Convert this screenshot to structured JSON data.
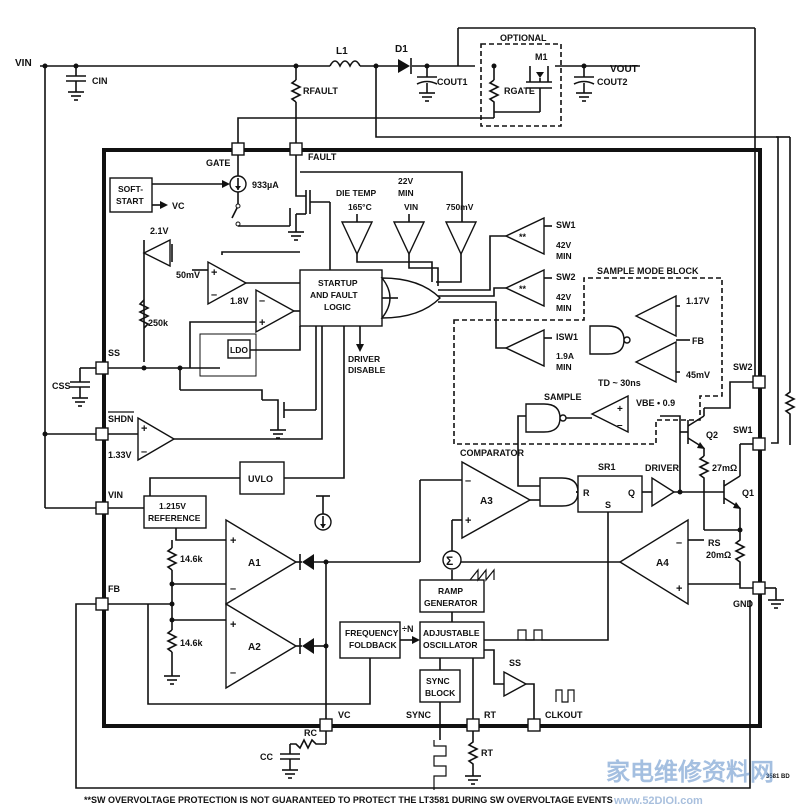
{
  "pins": {
    "gate": "GATE",
    "fault": "FAULT",
    "ss": "SS",
    "shdn": "SHDN",
    "vin": "VIN",
    "fb": "FB",
    "vc": "VC",
    "sync": "SYNC",
    "rt": "RT",
    "clkout": "CLKOUT",
    "sw1": "SW1",
    "sw2": "SW2",
    "gnd": "GND"
  },
  "external": {
    "vin": "VIN",
    "cin": "CIN",
    "l1": "L1",
    "d1": "D1",
    "rfault": "RFAULT",
    "cout1": "COUT1",
    "cout2": "COUT2",
    "vout": "VOUT",
    "optional": "OPTIONAL",
    "m1": "M1",
    "rgate": "RGATE",
    "css": "CSS",
    "rc": "RC",
    "cc": "CC",
    "rt": "RT"
  },
  "blocks": {
    "soft_start_1": "SOFT-",
    "soft_start_2": "START",
    "startup_1": "STARTUP",
    "startup_2": "AND FAULT",
    "startup_3": "LOGIC",
    "ldo": "LDO",
    "uvlo": "UVLO",
    "ref_1": "1.215V",
    "ref_2": "REFERENCE",
    "freq_1": "FREQUENCY",
    "freq_2": "FOLDBACK",
    "osc_1": "ADJUSTABLE",
    "osc_2": "OSCILLATOR",
    "ramp_1": "RAMP",
    "ramp_2": "GENERATOR",
    "sync_1": "SYNC",
    "sync_2": "BLOCK",
    "sr1": "SR1",
    "sr_r": "R",
    "sr_s": "S",
    "sr_q": "Q",
    "sample_mode_block": "SAMPLE MODE BLOCK"
  },
  "labels": {
    "current_933": "933µA",
    "vc_int": "VC",
    "v21": "2.1V",
    "mv50": "50mV",
    "v18": "1.8V",
    "r250k": "250k",
    "v133": "1.33V",
    "die_temp": "DIE TEMP",
    "temp_165": "165°C",
    "v22_a": "22V",
    "v22_b": "MIN",
    "vin_cmp": "VIN",
    "mv750": "750mV",
    "sw1_cmp": "SW1",
    "sw2_cmp": "SW2",
    "v42_a": "42V",
    "v42_b": "MIN",
    "v42_c": "42V",
    "v42_d": "MIN",
    "isw1": "ISW1",
    "v19_a": "1.9A",
    "v19_b": "MIN",
    "driver_disable_1": "DRIVER",
    "driver_disable_2": "DISABLE",
    "v117": "1.17V",
    "fb_s": "FB",
    "mv45": "45mV",
    "td": "TD ~ 30ns",
    "sample": "SAMPLE",
    "vbe": "VBE • 0.9",
    "comparator": "COMPARATOR",
    "a3": "A3",
    "driver": "DRIVER",
    "q2": "Q2",
    "q1": "Q1",
    "r27m": "27mΩ",
    "rs": "RS",
    "r20m": "20mΩ",
    "a4": "A4",
    "a1": "A1",
    "a2": "A2",
    "r146a": "14.6k",
    "r146b": "14.6k",
    "divn": "÷N",
    "ss_buf": "SS",
    "sigma": "Σ",
    "plus": "+",
    "minus": "–",
    "stars": "**"
  },
  "footnote": "**SW OVERVOLTAGE PROTECTION IS NOT GUARANTEED TO PROTECT THE LT3581 DURING SW OVERVOLTAGE EVENTS",
  "watermark": {
    "cn": "家电维修资料网",
    "url": "www.52DIOI.com",
    "code": "3581 BD"
  }
}
